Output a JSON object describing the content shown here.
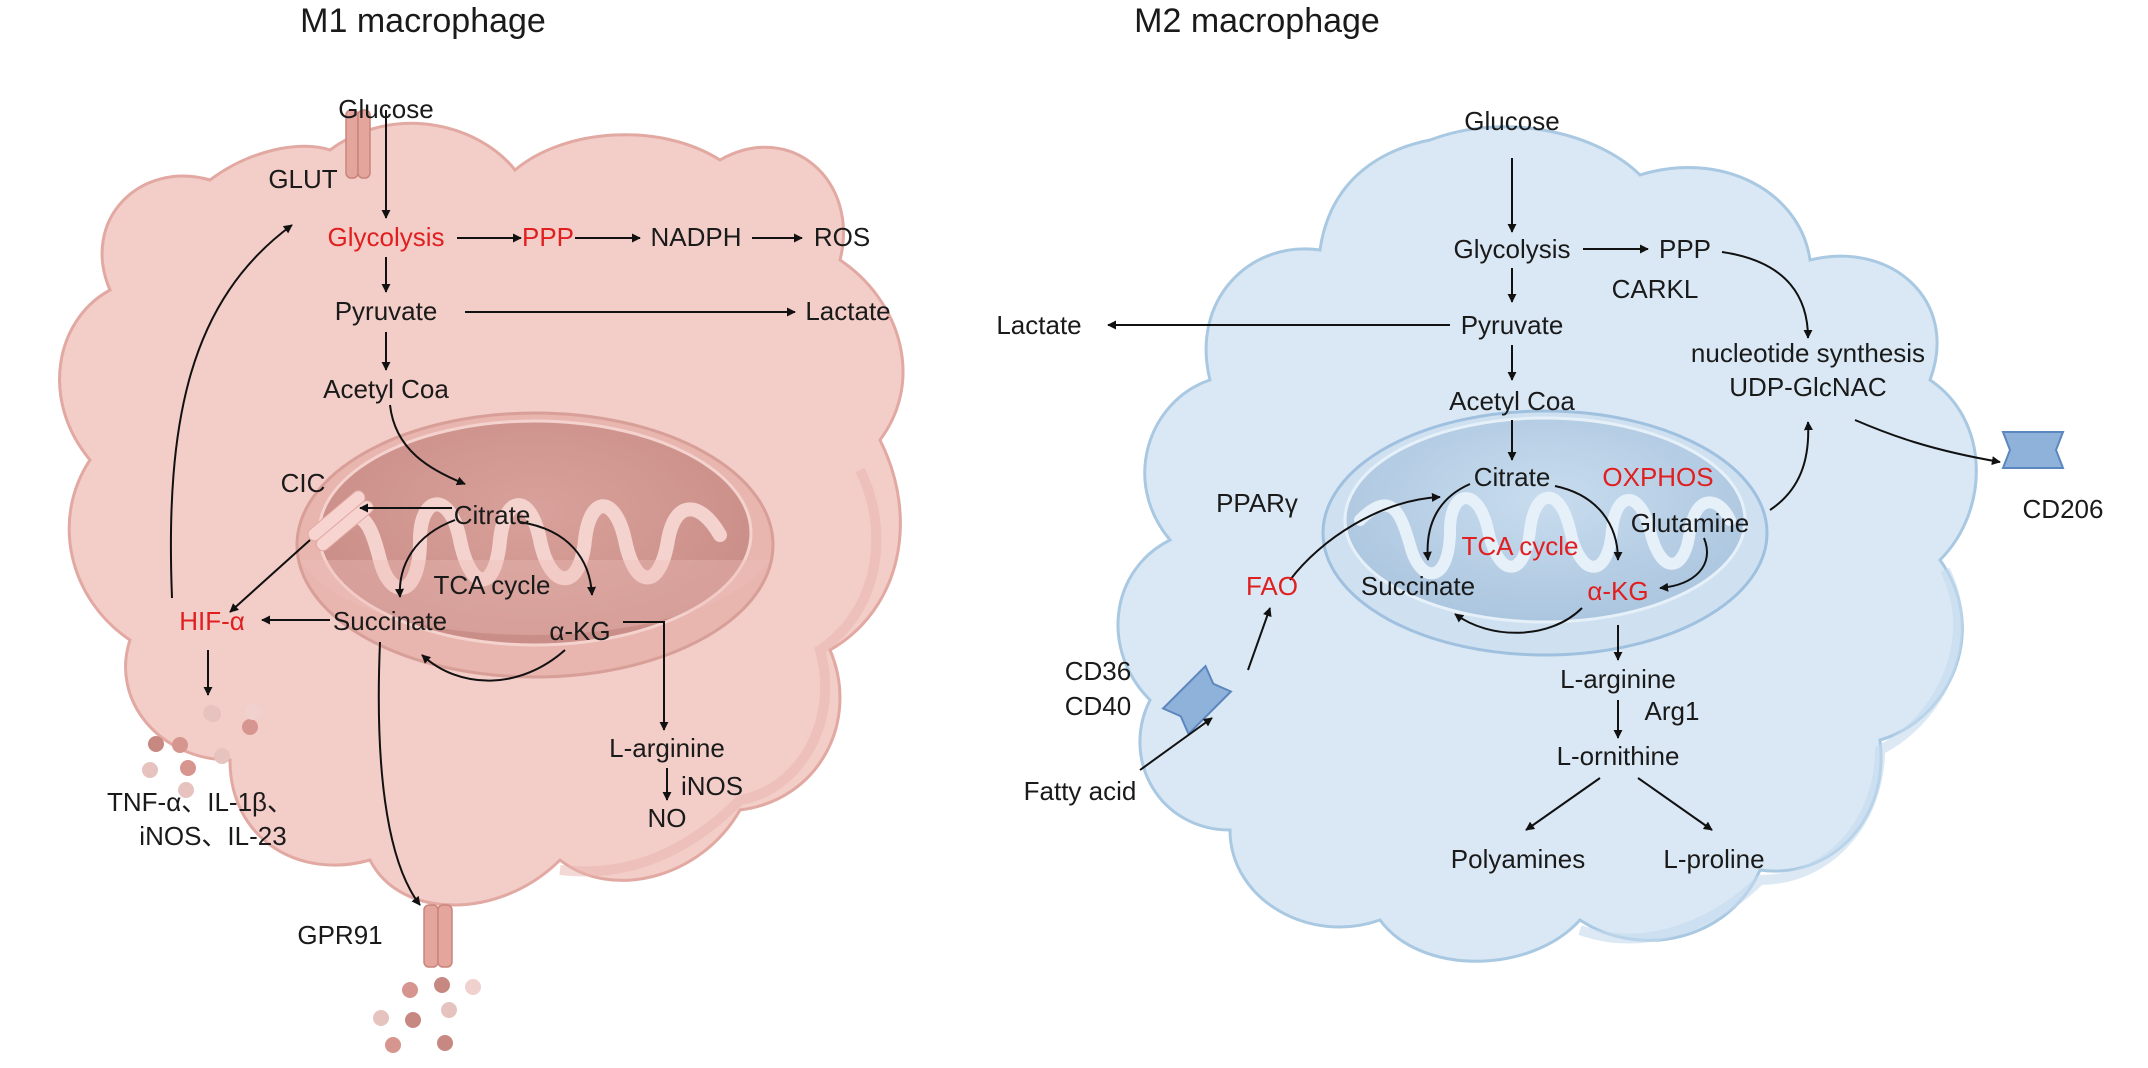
{
  "m1": {
    "title": "M1 macrophage",
    "glucose": "Glucose",
    "glut": "GLUT",
    "glycolysis": "Glycolysis",
    "ppp": "PPP",
    "nadph": "NADPH",
    "ros": "ROS",
    "pyruvate": "Pyruvate",
    "lactate": "Lactate",
    "acetyl_coa": "Acetyl Coa",
    "cic": "CIC",
    "citrate": "Citrate",
    "tca_cycle": "TCA cycle",
    "hif": "HIF-α",
    "succinate": "Succinate",
    "akg": "α-KG",
    "l_arginine": "L-arginine",
    "inos": "iNOS",
    "no": "NO",
    "cytokines_line1": "TNF-α、IL-1β、",
    "cytokines_line2": "iNOS、IL-23",
    "gpr91": "GPR91"
  },
  "m2": {
    "title": "M2 macrophage",
    "glucose": "Glucose",
    "glycolysis": "Glycolysis",
    "ppp": "PPP",
    "carkl": "CARKL",
    "lactate": "Lactate",
    "pyruvate": "Pyruvate",
    "nucleotide": "nucleotide synthesis",
    "udp": "UDP-GlcNAC",
    "acetyl_coa": "Acetyl Coa",
    "citrate": "Citrate",
    "oxphos": "OXPHOS",
    "ppar": "PPARγ",
    "glutamine": "Glutamine",
    "cd206": "CD206",
    "tca_cycle": "TCA cycle",
    "fao": "FAO",
    "succinate": "Succinate",
    "akg": "α-KG",
    "cd36": "CD36",
    "cd40": "CD40",
    "l_arginine": "L-arginine",
    "arg1": "Arg1",
    "l_ornithine": "L-ornithine",
    "fatty_acid": "Fatty acid",
    "polyamines": "Polyamines",
    "l_proline": "L-proline"
  },
  "colors": {
    "m1_cell_fill": "#f3cdc8",
    "m1_cell_stroke": "#e2a9a2",
    "m2_cell_fill": "#d9e8f4",
    "m2_cell_stroke": "#a9c8e2",
    "highlight_text": "#e02020",
    "text": "#1a1a1a"
  }
}
